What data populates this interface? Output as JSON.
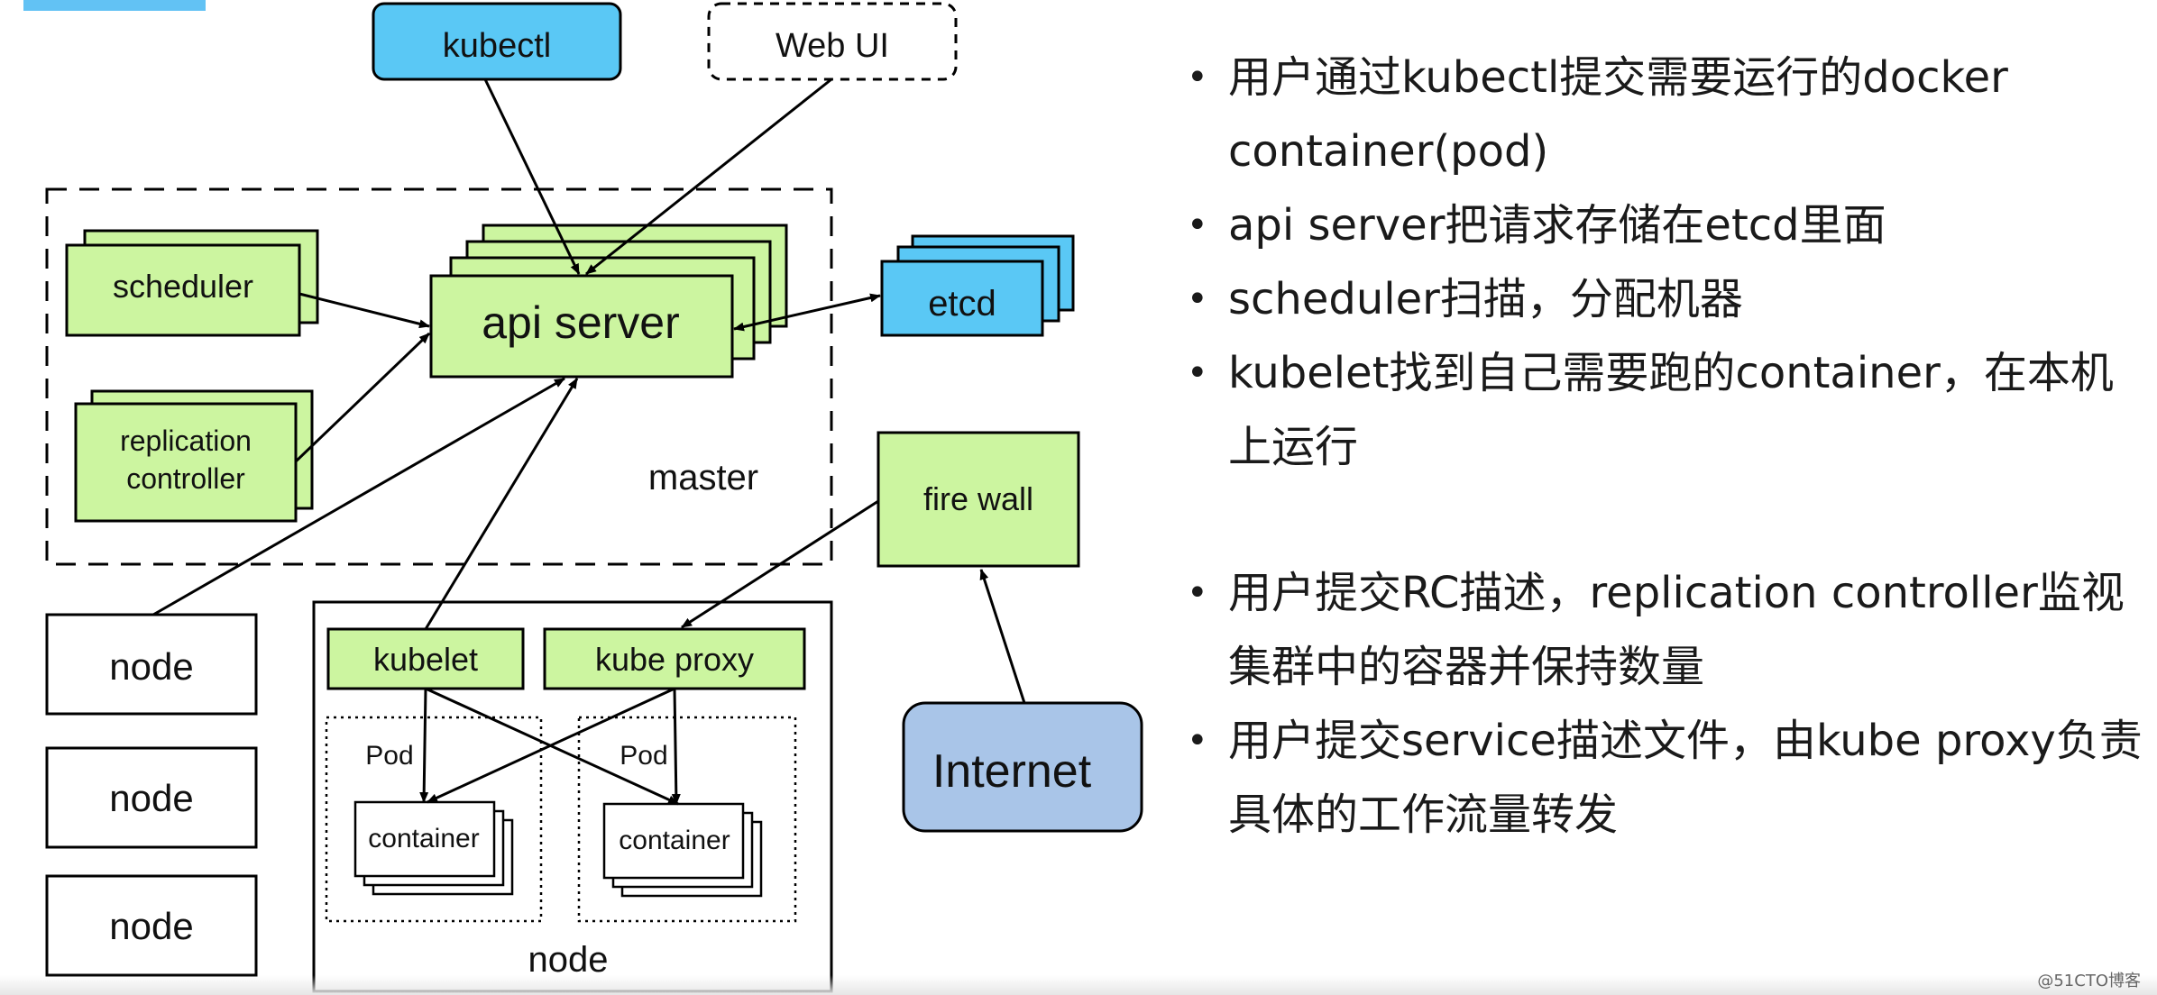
{
  "diagram": {
    "kubectl": "kubectl",
    "web_ui": "Web UI",
    "scheduler": "scheduler",
    "api_server": "api server",
    "etcd": "etcd",
    "replication_line1": "replication",
    "replication_line2": "controller",
    "master": "master",
    "fire_wall": "fire wall",
    "node_label": "node",
    "kubelet": "kubelet",
    "kube_proxy": "kube proxy",
    "pod": "Pod",
    "container": "container",
    "internet": "Internet"
  },
  "bullets": [
    "用户通过kubectl提交需要运行的docker container(pod)",
    "api server把请求存储在etcd里面",
    "scheduler扫描，分配机器",
    "kubelet找到自己需要跑的container，在本机上运行",
    "用户提交RC描述，replication controller监视集群中的容器并保持数量",
    "用户提交service描述文件，由kube proxy负责具体的工作流量转发"
  ],
  "watermark": "@51CTO博客",
  "colors": {
    "green": "#ccf5a0",
    "blue": "#5ac8f5",
    "internet": "#a9c5e8"
  }
}
